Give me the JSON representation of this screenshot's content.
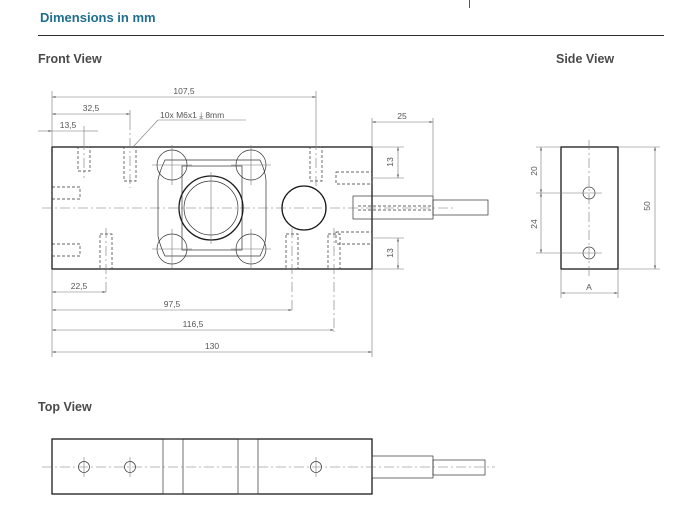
{
  "header": {
    "title": "Dimensions in mm"
  },
  "sections": {
    "front": "Front View",
    "side": "Side View",
    "top": "Top View"
  },
  "front_view": {
    "dims": {
      "overall_top": "107,5",
      "left_32": "32,5",
      "left_13": "13,5",
      "thread_note": "10x M6x1 ⤓ 8mm",
      "cable": "25",
      "upper_13": "13",
      "lower_13": "13",
      "b_22": "22,5",
      "b_97": "97,5",
      "b_116": "116,5",
      "b_130": "130"
    }
  },
  "side_view": {
    "dims": {
      "d20": "20",
      "d24": "24",
      "d50": "50",
      "width_label": "A"
    }
  }
}
